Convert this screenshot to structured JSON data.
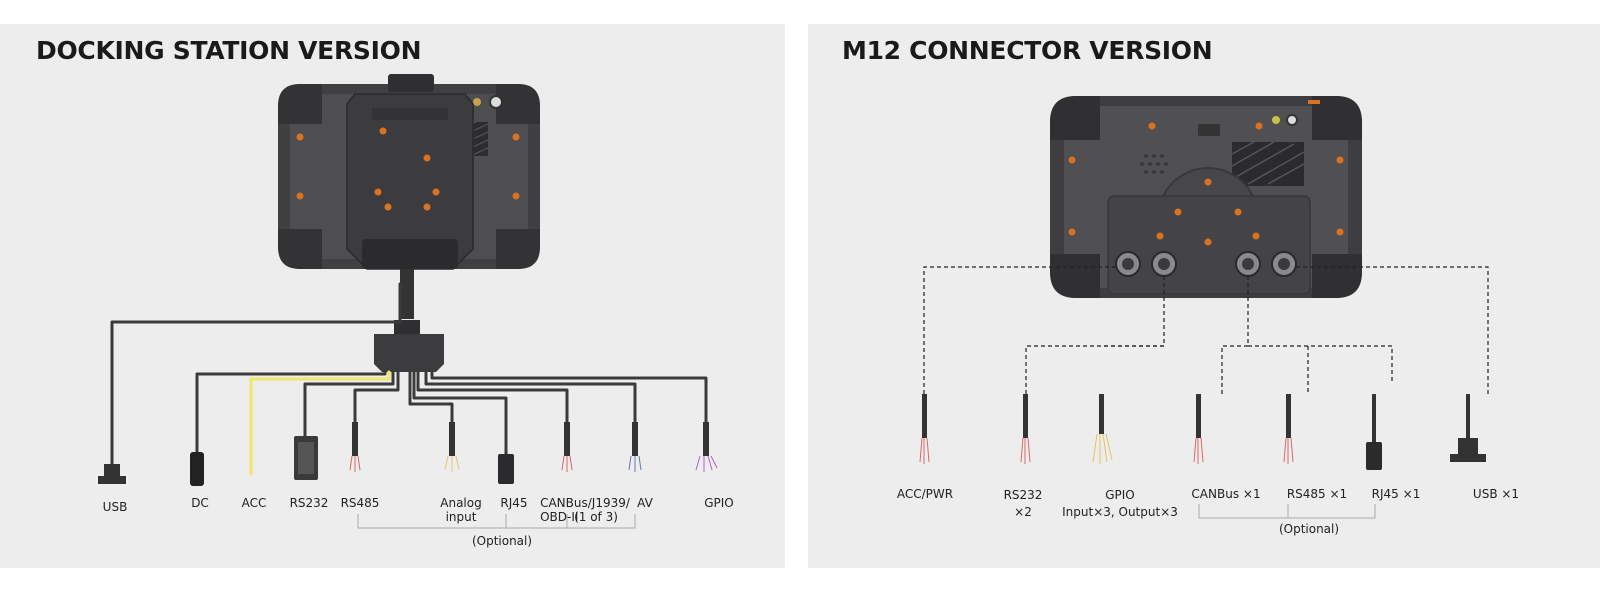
{
  "left_panel": {
    "title": "DOCKING STATION VERSION",
    "connectors": [
      {
        "name": "USB"
      },
      {
        "name": "DC"
      },
      {
        "name": "ACC"
      },
      {
        "name": "RS232"
      },
      {
        "name": "RS485"
      },
      {
        "name": "Analog\ninput"
      },
      {
        "name": "RJ45"
      },
      {
        "name": "CANBus/J1939/\nOBD-II"
      },
      {
        "name": "(1 of 3)"
      },
      {
        "name": "AV"
      },
      {
        "name": "GPIO"
      }
    ],
    "optional_label": "(Optional)"
  },
  "right_panel": {
    "title": "M12 CONNECTOR VERSION",
    "connectors": [
      {
        "name": "ACC/PWR"
      },
      {
        "name": "RS232\n×2"
      },
      {
        "name": "GPIO\nInput×3, Output×3"
      },
      {
        "name": "CANBus ×1"
      },
      {
        "name": "RS485 ×1"
      },
      {
        "name": "RJ45 ×1"
      },
      {
        "name": "USB ×1"
      }
    ],
    "optional_label": "(Optional)"
  },
  "colors": {
    "panel_bg": "#ededee",
    "device_body": "#4a4a4c",
    "accent_orange": "#d9731f",
    "acc_wire": "#f2e66a",
    "cable": "#3a3a3c"
  }
}
